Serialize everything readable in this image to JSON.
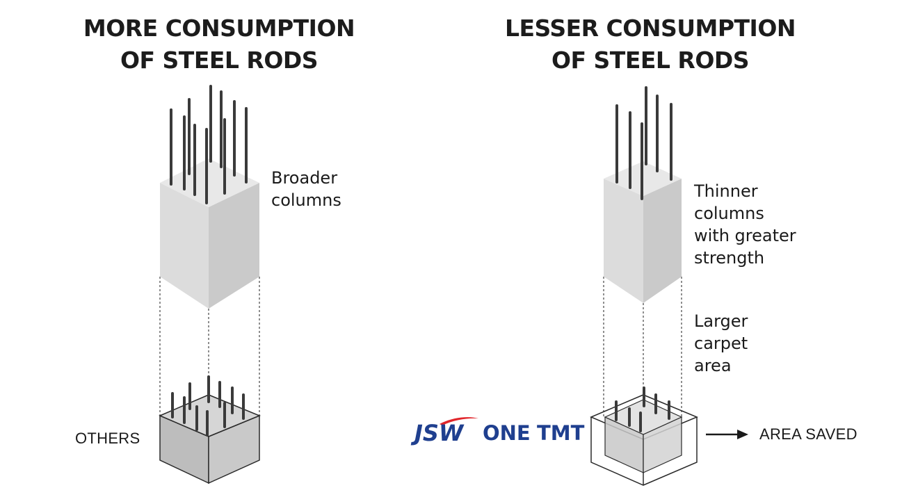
{
  "left": {
    "heading_line1": "MORE CONSUMPTION",
    "heading_line2": "OF STEEL RODS",
    "column_label_line1": "Broader",
    "column_label_line2": "columns",
    "base_label": "OTHERS"
  },
  "right": {
    "heading_line1": "LESSER CONSUMPTION",
    "heading_line2": "OF STEEL RODS",
    "column_label_line1": "Thinner",
    "column_label_line2": "columns",
    "column_label_line3": "with greater",
    "column_label_line4": "strength",
    "area_label_line1": "Larger",
    "area_label_line2": "carpet",
    "area_label_line3": "area",
    "arrow_label": "AREA SAVED"
  },
  "logo": {
    "brand": "JSW",
    "product_one": "ONE",
    "product_tmt": "TMT",
    "colors": {
      "blue": "#1f3f8f",
      "red": "#e1262b"
    }
  },
  "colors": {
    "concrete_light": "#d9d9d9",
    "concrete_dark": "#c7c7c7",
    "concrete_top": "#e9e9e9",
    "rod": "#3a3a3a",
    "text": "#1c1c1c"
  }
}
